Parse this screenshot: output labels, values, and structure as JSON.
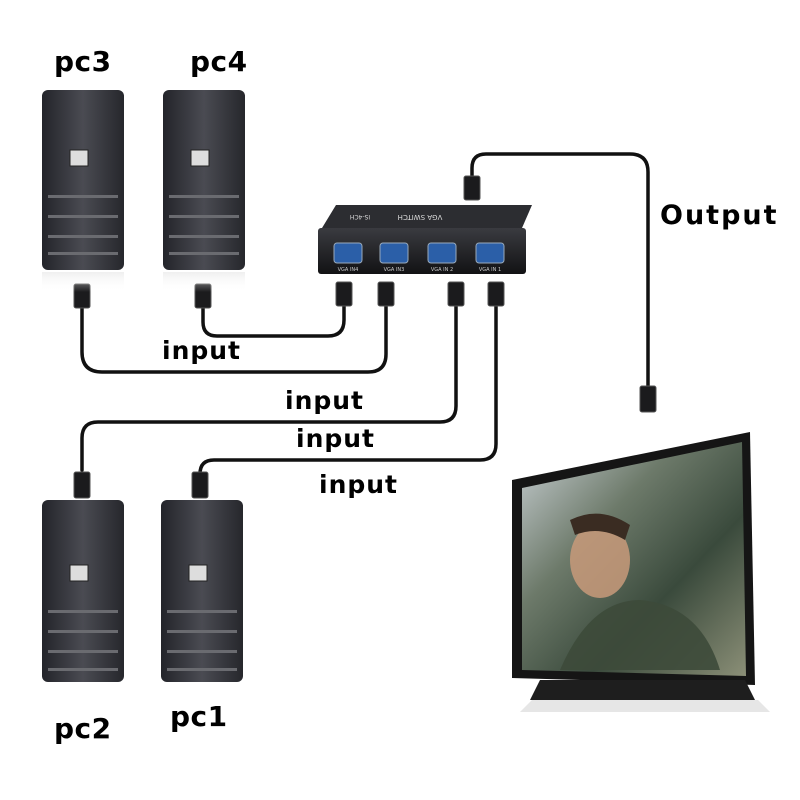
{
  "labels": {
    "pc1": "pc1",
    "pc2": "pc2",
    "pc3": "pc3",
    "pc4": "pc4",
    "output": "Output",
    "input_a": "input",
    "input_b": "input",
    "input_c": "input",
    "input_d": "input"
  },
  "switch": {
    "title": "VGA SWITCH",
    "model": "IS-4CH",
    "ports": [
      "VGA IN4",
      "VGA IN3",
      "VGA IN 2",
      "VGA IN 1"
    ]
  },
  "colors": {
    "cable": "#111111",
    "tower_body": "#3a3b40",
    "switch_body": "#1e1f22",
    "port": "#2b5fa8",
    "monitor_frame": "#151515"
  }
}
